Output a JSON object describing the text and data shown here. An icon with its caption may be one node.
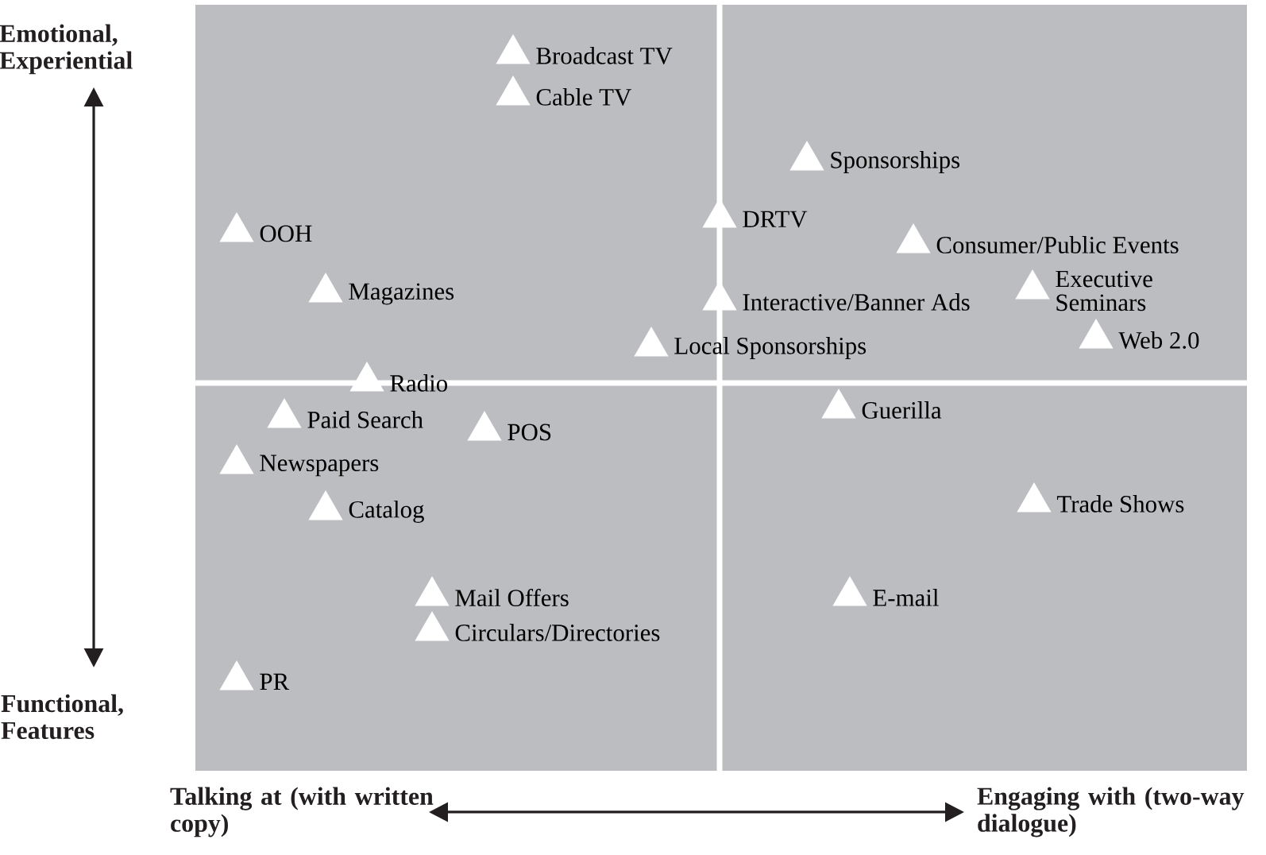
{
  "diagram": {
    "nodes": [
      {
        "text": [],
        "shape": "triangle",
        "beside": [
          "Broadcast TV"
        ]
      },
      {
        "text": [],
        "shape": "triangle",
        "beside": [
          "Cable TV"
        ]
      },
      {
        "text": [],
        "shape": "triangle",
        "beside": [
          "Sponsorships"
        ]
      },
      {
        "text": [],
        "shape": "triangle",
        "beside": [
          "DRTV"
        ]
      },
      {
        "text": [],
        "shape": "triangle",
        "beside": [
          "OOH"
        ]
      },
      {
        "text": [],
        "shape": "triangle",
        "beside": [
          "Consumer/Public Events"
        ]
      },
      {
        "text": [],
        "shape": "triangle",
        "beside": [
          "Executive Seminars"
        ]
      },
      {
        "text": [],
        "shape": "triangle",
        "beside": [
          "Magazines"
        ]
      },
      {
        "text": [],
        "shape": "triangle",
        "beside": [
          "Interactive/Banner Ads"
        ]
      },
      {
        "text": [],
        "shape": "triangle",
        "beside": [
          "Web 2.0"
        ]
      },
      {
        "text": [],
        "shape": "triangle",
        "beside": [
          "Local Sponsorships"
        ]
      },
      {
        "text": [],
        "shape": "triangle",
        "beside": [
          "Radio"
        ]
      },
      {
        "text": [],
        "shape": "triangle",
        "beside": [
          "Guerilla"
        ]
      },
      {
        "text": [],
        "shape": "triangle",
        "beside": [
          "Paid Search"
        ]
      },
      {
        "text": [],
        "shape": "triangle",
        "beside": [
          "POS"
        ]
      },
      {
        "text": [],
        "shape": "triangle",
        "beside": [
          "Newspapers"
        ]
      },
      {
        "text": [],
        "shape": "triangle",
        "beside": [
          "Trade Shows"
        ]
      },
      {
        "text": [],
        "shape": "triangle",
        "beside": [
          "Catalog"
        ]
      },
      {
        "text": [],
        "shape": "triangle",
        "beside": [
          "Mail Offers"
        ]
      },
      {
        "text": [],
        "shape": "triangle",
        "beside": [
          "E-mail"
        ]
      },
      {
        "text": [],
        "shape": "triangle",
        "beside": [
          "Circulars/Directories"
        ]
      },
      {
        "text": [],
        "shape": "triangle",
        "beside": [
          "PR"
        ]
      }
    ],
    "labels": [
      "Emotional, Experiential",
      "Functional, Features",
      "Talking at (with written copy)",
      "Engaging with (two-way dialogue)"
    ]
  }
}
